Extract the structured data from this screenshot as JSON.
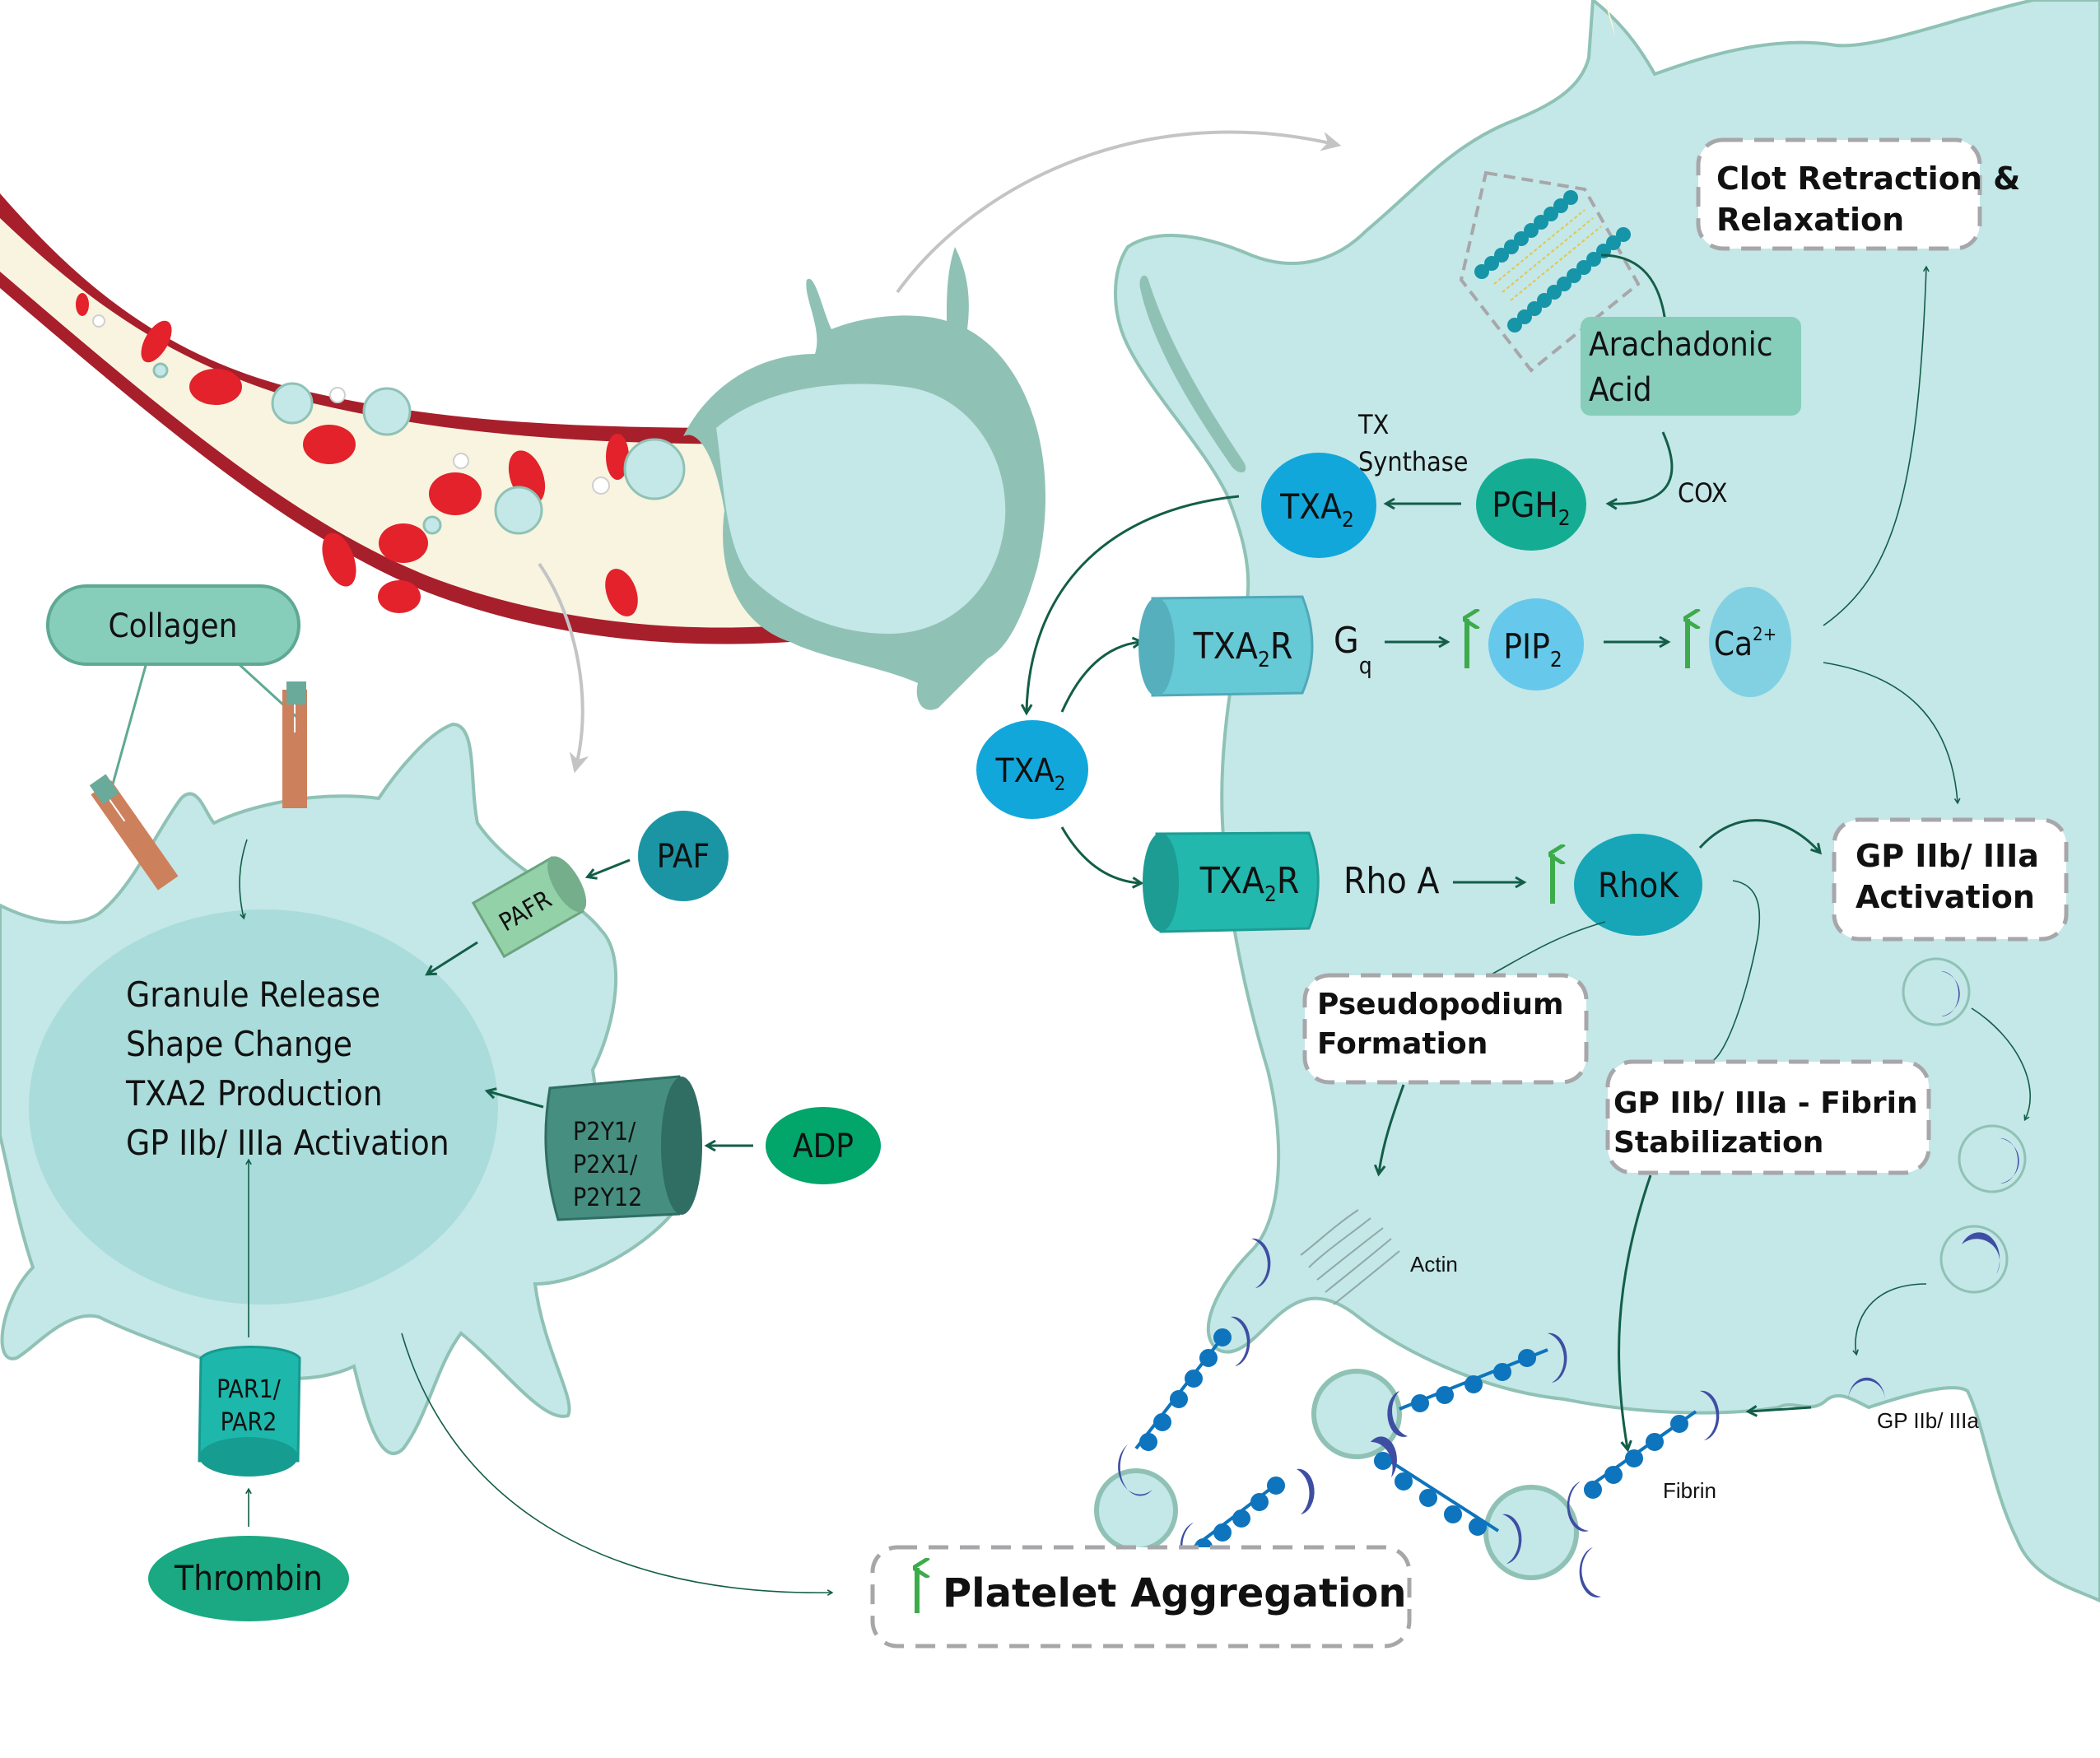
{
  "title": "Platelet activation and aggregation pathway",
  "colors": {
    "cytoplasm": "#c4e7e8",
    "membrane": "#8fc2b5",
    "nucleus_zone": "#a9dcdb",
    "arrow": "#135e48",
    "up_arrow": "#3dab4a",
    "txa2": "#12a7da",
    "pgh2": "#14ad94",
    "pip2": "#66c9eb",
    "ca": "#82d1e2",
    "rhok": "#16a6b8",
    "receptor_gq": "#66c9d6",
    "receptor_rho": "#22b8ae",
    "glycoprotein": "#3e4ea3",
    "fibrin": "#0d74bd",
    "collagen": "#86cdba",
    "collagen_receptor": "#cd805c",
    "paf": "#1b95a4",
    "pafr": "#93d1a9",
    "p2y": "#468f80",
    "adp": "#02a56a",
    "par": "#1db8ab",
    "thrombin": "#1aa982",
    "vessel_wall": "#a81f2c",
    "plasma": "#f8f4e0",
    "rbc": "#e3222b"
  },
  "left_cell": {
    "collagen": "Collagen",
    "paf": "PAF",
    "pafr": "PAFR",
    "adp": "ADP",
    "p2y_receptor": [
      "P2Y1/",
      "P2X1/",
      "P2Y12"
    ],
    "par_receptor": [
      "PAR1/",
      "PAR2"
    ],
    "thrombin": "Thrombin",
    "effects": [
      "Granule Release",
      "Shape Change",
      "TXA2 Production",
      "GP IIb/ IIIa Activation"
    ]
  },
  "right_cell": {
    "arachidonic": [
      "Arachadonic",
      "Acid"
    ],
    "cox": "COX",
    "tx_synthase": [
      "TX",
      "Synthase"
    ],
    "pgh2": {
      "base": "PGH",
      "sub": "2"
    },
    "txa2_inner": {
      "base": "TXA",
      "sub": "2"
    },
    "txa2_outer": {
      "base": "TXA",
      "sub": "2"
    },
    "receptor_top": {
      "base": "TXA",
      "sub": "2",
      "tail": "R"
    },
    "receptor_bottom": {
      "base": "TXA",
      "sub": "2",
      "tail": "R"
    },
    "gq": {
      "base": "G",
      "sub": "q"
    },
    "pip2": {
      "base": "PIP",
      "sub": "2"
    },
    "ca": {
      "base": "Ca",
      "sup": "2+"
    },
    "rho_a": "Rho A",
    "rhok": "RhoK",
    "up_symbol": "↑",
    "clot_box": [
      "Clot Retraction &",
      "Relaxation"
    ],
    "gp_activation_box": [
      "GP IIb/ IIIa",
      "Activation"
    ],
    "pseudopodium_box": [
      "Pseudopodium",
      "Formation"
    ],
    "fibrin_box": [
      "GP IIb/ IIIa - Fibrin",
      "Stabilization"
    ],
    "actin": "Actin",
    "fibrin": "Fibrin",
    "gp_label": "GP IIb/ IIIa"
  },
  "aggregation_box": {
    "arrow": "↑",
    "label": "Platelet Aggregation"
  }
}
